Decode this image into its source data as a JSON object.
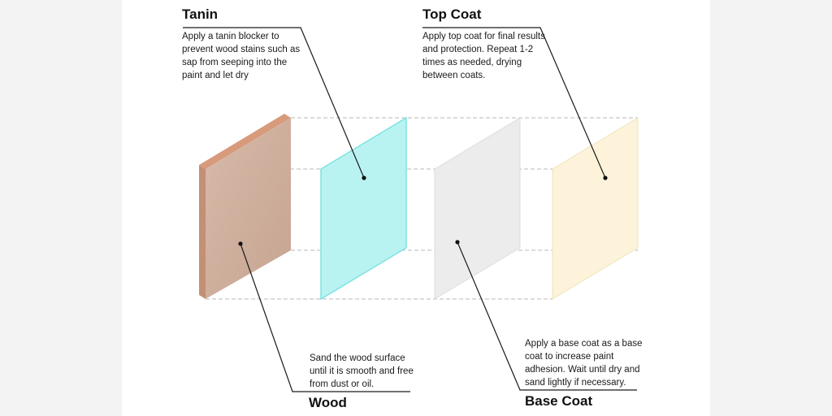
{
  "layers": {
    "tanin": {
      "title": "Tanin",
      "lines": [
        "Apply a tanin blocker to",
        "prevent wood stains such as",
        "sap from seeping into the",
        "paint and let dry"
      ],
      "color": "#b8f3f2"
    },
    "top_coat": {
      "title": "Top Coat",
      "lines": [
        "Apply top coat for final results",
        "and protection. Repeat 1-2",
        "times as needed, drying",
        "between coats."
      ],
      "color": "#fcf3da"
    },
    "wood": {
      "title": "Wood",
      "lines": [
        "Sand the wood surface",
        "until it is smooth and free",
        "from dust or oil."
      ],
      "color": "#d2b3a2"
    },
    "base_coat": {
      "title": "Base Coat",
      "lines": [
        "Apply a base coat as a base",
        "coat to increase paint",
        "adhesion. Wait until dry and",
        "sand lightly if necessary."
      ],
      "color": "#ececec"
    }
  }
}
